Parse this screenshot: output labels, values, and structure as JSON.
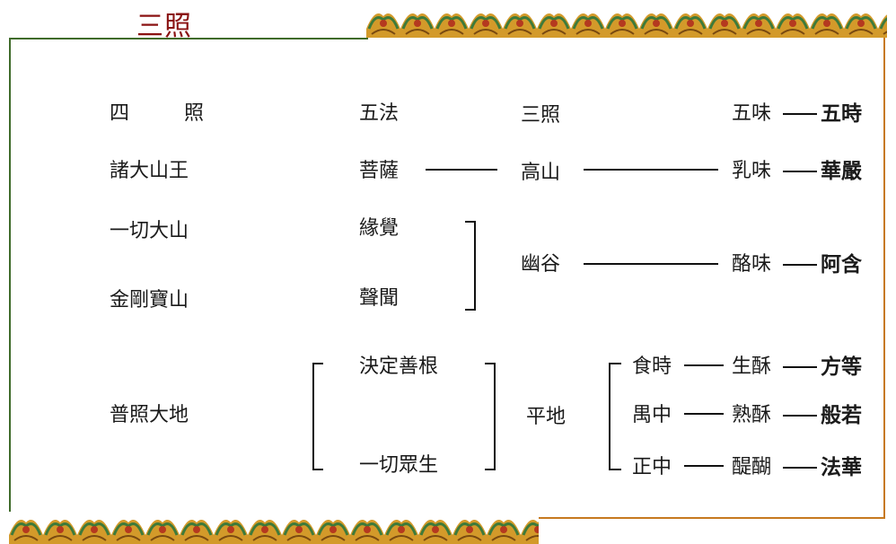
{
  "title": "三照",
  "colors": {
    "title": "#8a1212",
    "frame_green": "#3f6b2a",
    "frame_orange": "#c7791f",
    "border_gold": "#d39a2a",
    "border_green": "#3e7a3a"
  },
  "headers": {
    "four": "四",
    "zhao": "照",
    "five_methods": "五法",
    "three_zhao": "三照",
    "five_flavors": "五味",
    "five_times": "五時"
  },
  "rows": {
    "r1": {
      "a": "諸大山王",
      "b": "菩薩",
      "c": "高山",
      "d": "乳味",
      "e": "華嚴"
    },
    "r2": {
      "a": "一切大山",
      "b": "緣覺"
    },
    "r2b": {
      "c": "幽谷",
      "d": "酪味",
      "e": "阿含"
    },
    "r3": {
      "a": "金剛寶山",
      "b": "聲聞"
    },
    "r4": {
      "b1": "決定善根",
      "b2": "一切眾生",
      "a": "普照大地",
      "c": "平地"
    },
    "r4times": [
      {
        "time": "食時",
        "flavor": "生酥",
        "sutra": "方等"
      },
      {
        "time": "禺中",
        "flavor": "熟酥",
        "sutra": "般若"
      },
      {
        "time": "正中",
        "flavor": "醍醐",
        "sutra": "法華"
      }
    ]
  }
}
